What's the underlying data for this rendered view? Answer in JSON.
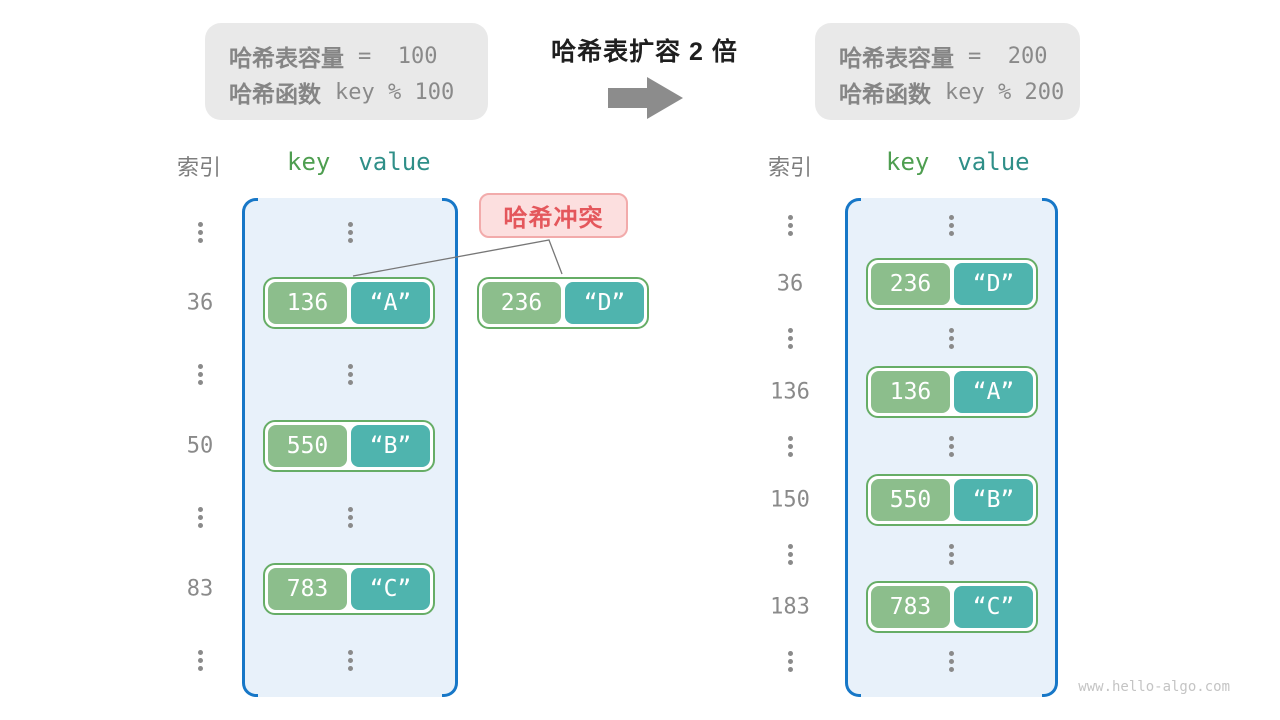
{
  "title": "哈希表扩容 2 倍",
  "info_boxes": {
    "left": {
      "line1_label": "哈希表容量",
      "line1_value": "=  100",
      "line2_label": "哈希函数",
      "line2_value": "key % 100"
    },
    "right": {
      "line1_label": "哈希表容量",
      "line1_value": "=  200",
      "line2_label": "哈希函数",
      "line2_value": "key % 200"
    }
  },
  "headers": {
    "index": "索引",
    "key": "key",
    "value": "value"
  },
  "left_table": {
    "indices": [
      "36",
      "50",
      "83"
    ],
    "pairs": [
      {
        "key": "136",
        "value": "“A”"
      },
      {
        "key": "550",
        "value": "“B”"
      },
      {
        "key": "783",
        "value": "“C”"
      }
    ]
  },
  "collision": {
    "label": "哈希冲突",
    "pair": {
      "key": "236",
      "value": "“D”"
    }
  },
  "right_table": {
    "indices": [
      "36",
      "136",
      "150",
      "183"
    ],
    "pairs": [
      {
        "key": "236",
        "value": "“D”"
      },
      {
        "key": "136",
        "value": "“A”"
      },
      {
        "key": "550",
        "value": "“B”"
      },
      {
        "key": "783",
        "value": "“C”"
      }
    ]
  },
  "watermark": "www.hello-algo.com",
  "colors": {
    "table_fill": "#e8f1fa",
    "table_border": "#1777c7",
    "key_green": "#8cbe8c",
    "value_teal": "#4fb4ae",
    "pair_border": "#66ad66",
    "collision_text": "#e4575c",
    "collision_bg": "#fcdfdf",
    "collision_border": "#f2abab",
    "info_bg": "#e9e9e9",
    "gray_text": "#8a8a8a",
    "header_key_green": "#4e9e50",
    "header_value_teal": "#2f8f88"
  }
}
